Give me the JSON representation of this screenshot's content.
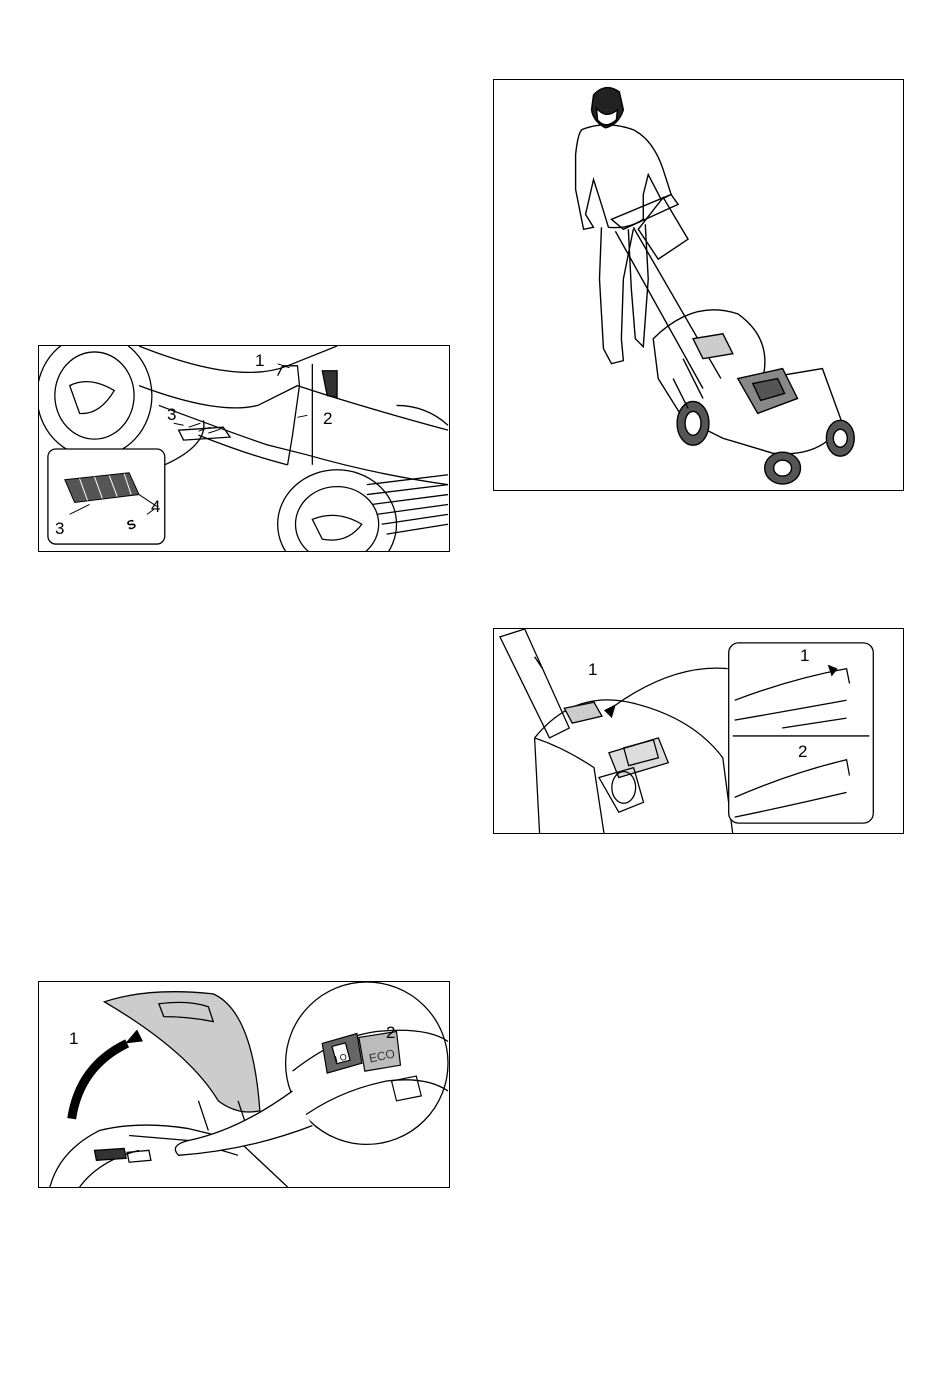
{
  "figures": {
    "height_adjustment": {
      "callouts": [
        "1",
        "2",
        "3",
        "3",
        "4"
      ],
      "scale_letter": "S"
    },
    "mowing_operator": {
      "callouts": []
    },
    "grass_catcher_indicator": {
      "callouts": [
        "1",
        "1",
        "2"
      ]
    },
    "flap_and_switch": {
      "callouts": [
        "1",
        "2"
      ],
      "eco_label": "ECO",
      "switch_label": "I O"
    }
  }
}
